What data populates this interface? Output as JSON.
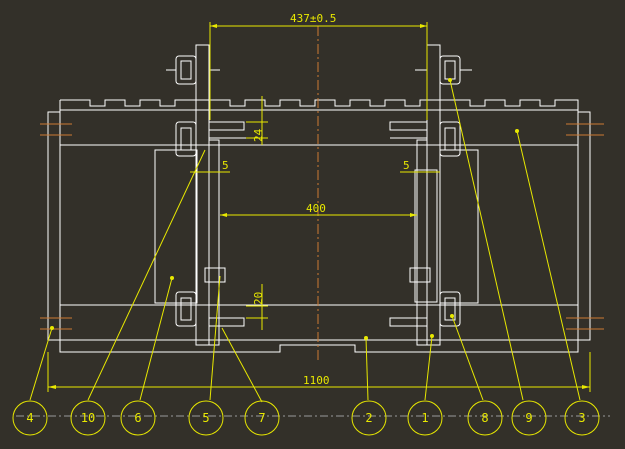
{
  "dimensions": {
    "overall_span": "437±0.5",
    "inner_width": "400",
    "top_bar_height": "24",
    "bottom_bar_height": "20",
    "left_gap": "5",
    "right_gap": "5",
    "overall_length": "1100"
  },
  "balloons": [
    "4",
    "10",
    "6",
    "5",
    "7",
    "2",
    "1",
    "8",
    "9",
    "3"
  ],
  "colors": {
    "background": "#333029",
    "outline": "#ffffff",
    "dimension": "#e8e800",
    "centerline": "#cc7a33"
  }
}
